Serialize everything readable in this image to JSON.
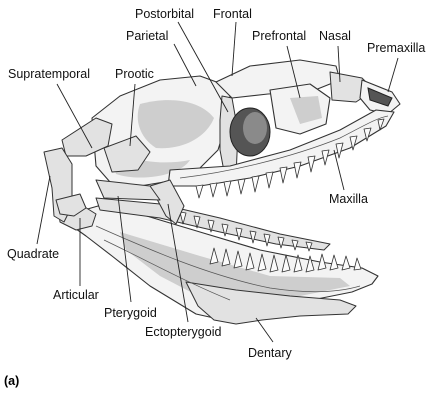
{
  "figure": {
    "panel_label": "(a)",
    "labels": {
      "postorbital": "Postorbital",
      "frontal": "Frontal",
      "parietal": "Parietal",
      "prefrontal": "Prefrontal",
      "nasal": "Nasal",
      "premaxilla": "Premaxilla",
      "supratemporal": "Supratemporal",
      "prootic": "Prootic",
      "maxilla": "Maxilla",
      "quadrate": "Quadrate",
      "articular": "Articular",
      "pterygoid": "Pterygoid",
      "ectopterygoid": "Ectopterygoid",
      "dentary": "Dentary"
    }
  }
}
